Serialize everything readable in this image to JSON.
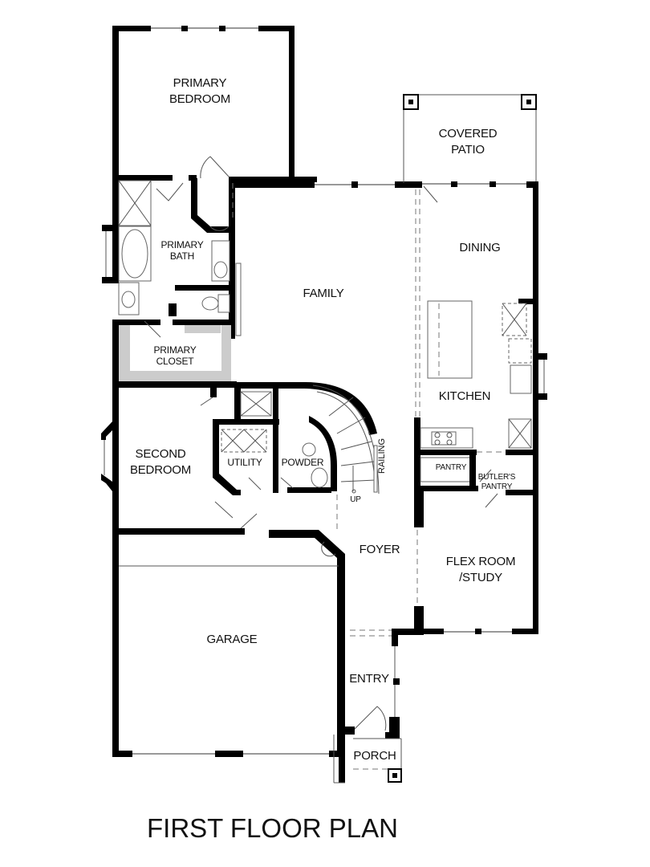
{
  "title": "FIRST FLOOR PLAN",
  "rooms": {
    "primary_bedroom": {
      "line1": "PRIMARY",
      "line2": "BEDROOM"
    },
    "covered_patio": {
      "line1": "COVERED",
      "line2": "PATIO"
    },
    "primary_bath": {
      "line1": "PRIMARY",
      "line2": "BATH"
    },
    "primary_closet": {
      "line1": "PRIMARY",
      "line2": "CLOSET"
    },
    "family": {
      "line1": "FAMILY"
    },
    "dining": {
      "line1": "DINING"
    },
    "kitchen": {
      "line1": "KITCHEN"
    },
    "second_bedroom": {
      "line1": "SECOND",
      "line2": "BEDROOM"
    },
    "utility": {
      "line1": "UTILITY"
    },
    "powder": {
      "line1": "POWDER"
    },
    "pantry": {
      "line1": "PANTRY"
    },
    "butlers_pantry": {
      "line1": "BUTLER'S",
      "line2": "PANTRY"
    },
    "foyer": {
      "line1": "FOYER"
    },
    "flex_room": {
      "line1": "FLEX ROOM",
      "line2": "/STUDY"
    },
    "garage": {
      "line1": "GARAGE"
    },
    "entry": {
      "line1": "ENTRY"
    },
    "porch": {
      "line1": "PORCH"
    }
  },
  "annotations": {
    "stair_up": "UP",
    "railing": "RAILING"
  }
}
